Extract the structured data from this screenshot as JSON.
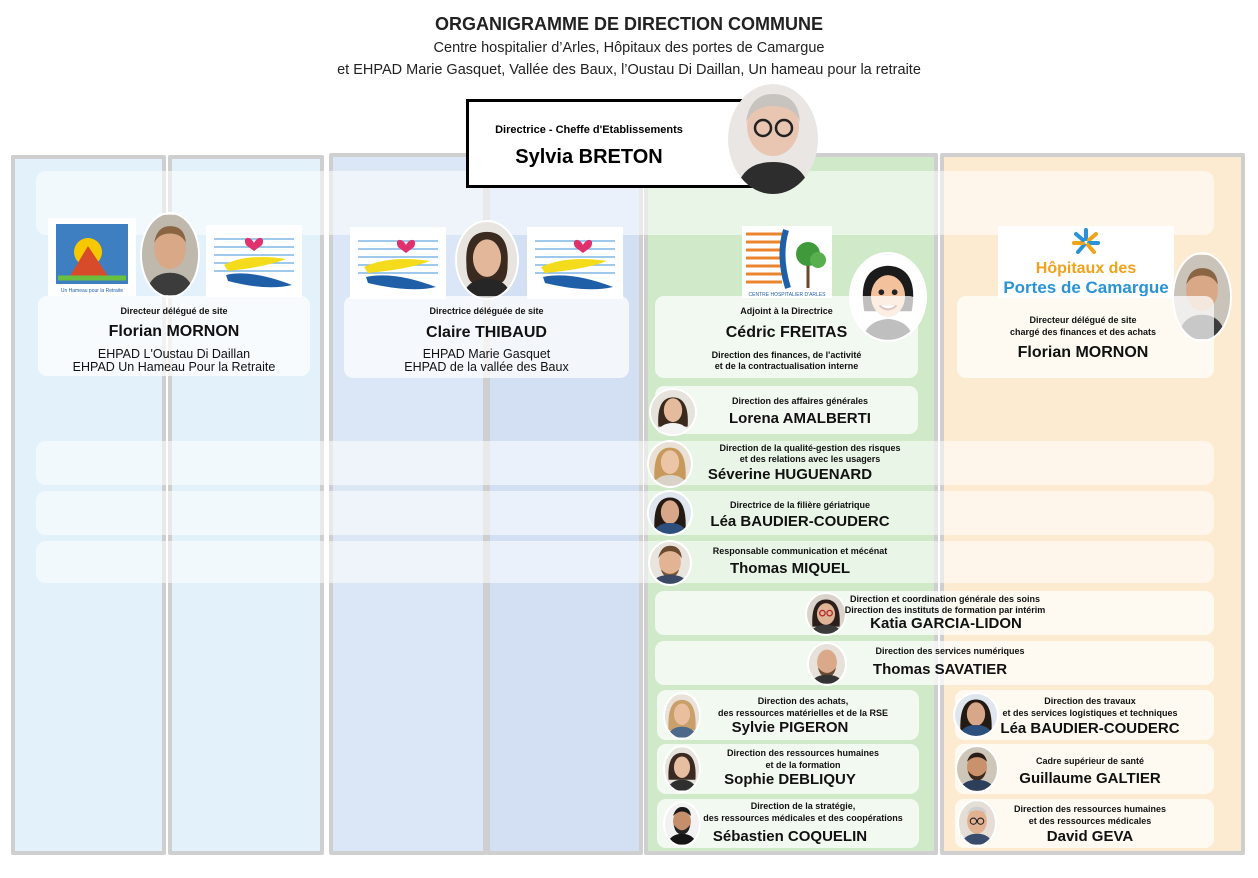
{
  "header": {
    "title": "ORGANIGRAMME DE DIRECTION COMMUNE",
    "subtitle_line1": "Centre hospitalier d’Arles, Hôpitaux des portes de Camargue",
    "subtitle_line2": "et EHPAD Marie Gasquet, Vallée des Baux, l’Oustau Di Daillan, Un hameau pour la retraite"
  },
  "director": {
    "role": "Directrice - Cheffe d'Etablissements",
    "name": "Sylvia BRETON"
  },
  "site_directors": [
    {
      "role": "Directeur délégué de site",
      "name": "Florian MORNON",
      "line1": "EHPAD L'Oustau Di Daillan",
      "line2": "EHPAD Un Hameau Pour la Retraite",
      "logo_caption": "Un Hameau pour la Retraite"
    },
    {
      "role": "Directrice déléguée de site",
      "name": "Claire THIBAUD",
      "line1": "EHPAD Marie Gasquet",
      "line2": "EHPAD de la vallée des Baux"
    },
    {
      "role": "Adjoint à la Directrice",
      "name": "Cédric FREITAS",
      "line1": "Direction des finances, de l'activité",
      "line2": "et de la contractualisation interne",
      "logo_caption": "CENTRE HOSPITALIER D'ARLES"
    },
    {
      "role_line1": "Directeur délégué de site",
      "role_line2": "chargé des finances et des achats",
      "name": "Florian MORNON",
      "logo_line1": "Hôpitaux des",
      "logo_line2": "Portes de Camargue"
    }
  ],
  "directions": [
    {
      "role_line1": "Direction des affaires générales",
      "role_line2": "",
      "name": "Lorena AMALBERTI"
    },
    {
      "role_line1": "Direction de la qualité-gestion des risques",
      "role_line2": "et des relations avec les usagers",
      "name": "Séverine HUGUENARD"
    },
    {
      "role_line1": "Directrice de la filière gériatrique",
      "role_line2": "",
      "name": "Léa BAUDIER-COUDERC"
    },
    {
      "role_line1": "Responsable communication et mécénat",
      "role_line2": "",
      "name": "Thomas MIQUEL"
    },
    {
      "role_line1": "Direction et coordination générale des soins",
      "role_line2": "Direction des instituts de formation par intérim",
      "name": "Katia GARCIA-LIDON"
    },
    {
      "role_line1": "Direction des services numériques",
      "role_line2": "",
      "name": "Thomas SAVATIER"
    },
    {
      "role_line1": "Direction des achats,",
      "role_line2": "des ressources matérielles et de la RSE",
      "name": "Sylvie PIGERON"
    },
    {
      "role_line1": "Direction des ressources humaines",
      "role_line2": "et de la formation",
      "name": "Sophie DEBLIQUY"
    },
    {
      "role_line1": "Direction de la stratégie,",
      "role_line2": "des ressources médicales et des coopérations",
      "name": "Sébastien COQUELIN"
    },
    {
      "role_line1": "Direction des travaux",
      "role_line2": "et des services logistiques et techniques",
      "name": "Léa BAUDIER-COUDERC"
    },
    {
      "role_line1": "Cadre supérieur de santé",
      "role_line2": "",
      "name": "Guillaume GALTIER"
    },
    {
      "role_line1": "Direction des ressources humaines",
      "role_line2": "et des ressources médicales",
      "name": "David GEVA"
    }
  ],
  "colors": {
    "col_light_blue": "#e3f1fb",
    "col_mid_blue": "#dbe6f7",
    "col_green": "#cfe9c9",
    "col_orange": "#fcebd0",
    "border": "#cfcfcf"
  }
}
